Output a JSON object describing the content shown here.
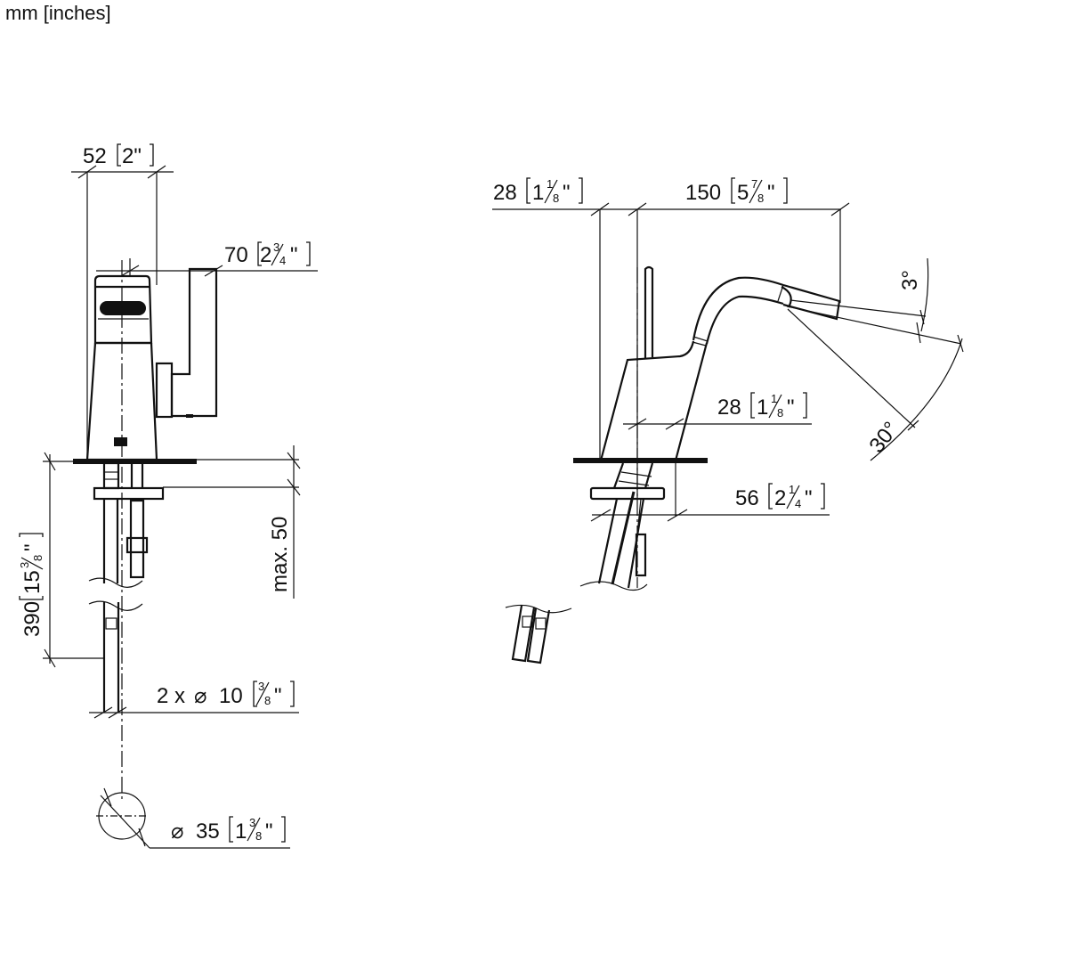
{
  "units_label": "mm [inches]",
  "front_view": {
    "width_top": {
      "mm": "52",
      "inch_whole": "2\"",
      "inch_num": "",
      "inch_den": ""
    },
    "depth_handle": {
      "mm": "70",
      "inch_whole": "2",
      "inch_num": "3",
      "inch_den": "4",
      "quote": "\""
    },
    "hose_length": {
      "mm": "390",
      "inch_whole": "15",
      "inch_num": "3",
      "inch_den": "8",
      "quote": "\""
    },
    "max_thickness": {
      "label": "max. 50"
    },
    "hose_diameter": {
      "prefix": "2 x",
      "symbol": "⌀",
      "mm": "10",
      "inch_whole": "",
      "inch_num": "3",
      "inch_den": "8",
      "quote": "\""
    },
    "hole_diameter": {
      "symbol": "⌀",
      "mm": "35",
      "inch_whole": "1",
      "inch_num": "3",
      "inch_den": "8",
      "quote": "\""
    }
  },
  "side_view": {
    "offset_back": {
      "mm": "28",
      "inch_whole": "1",
      "inch_num": "1",
      "inch_den": "8",
      "quote": "\""
    },
    "spout_reach": {
      "mm": "150",
      "inch_whole": "5",
      "inch_num": "7",
      "inch_den": "8",
      "quote": "\""
    },
    "body_offset": {
      "mm": "28",
      "inch_whole": "1",
      "inch_num": "1",
      "inch_den": "8",
      "quote": "\""
    },
    "base_depth": {
      "mm": "56",
      "inch_whole": "2",
      "inch_num": "1",
      "inch_den": "4",
      "quote": "\""
    },
    "angle_small": "3°",
    "angle_swivel": "30°"
  }
}
